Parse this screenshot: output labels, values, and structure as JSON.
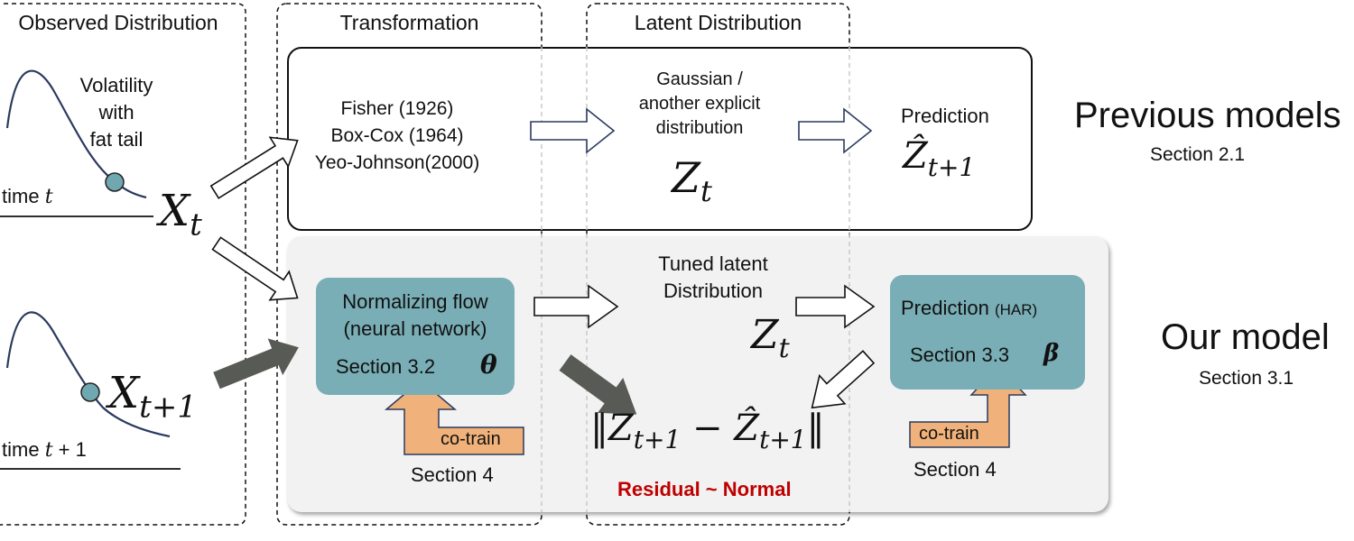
{
  "columns": {
    "observed": "Observed Distribution",
    "transformation": "Transformation",
    "latent": "Latent Distribution"
  },
  "observed": {
    "volatility_lines": [
      "Volatility",
      "with",
      "fat tail"
    ],
    "time_t": "time t",
    "x_t": "X_t",
    "x_t1": "X_{t+1}",
    "time_t1": "time t + 1"
  },
  "previous": {
    "transforms": [
      "Fisher (1926)",
      "Box-Cox (1964)",
      "Yeo-Johnson(2000)"
    ],
    "latent_lines": [
      "Gaussian /",
      "another explicit",
      "distribution"
    ],
    "z_t": "Z_t",
    "prediction_label": "Prediction",
    "z_hat": "Ẑ_{t+1}",
    "title": "Previous models",
    "section": "Section 2.1"
  },
  "ours": {
    "nf_lines": [
      "Normalizing flow",
      "(neural network)"
    ],
    "nf_section": "Section 3.2",
    "theta": "θ",
    "tuned_lines": [
      "Tuned latent",
      "Distribution"
    ],
    "z_t": "Z_t",
    "pred_label": "Prediction",
    "pred_har": "(HAR)",
    "pred_section": "Section 3.3",
    "beta": "β",
    "cotrain": "co-train",
    "section4": "Section 4",
    "residual_expr": "‖Z_{t+1} − Ẑ_{t+1}‖",
    "residual_label": "Residual ~ Normal",
    "title": "Our model",
    "section": "Section 3.1"
  },
  "colors": {
    "teal": "#79aeb6",
    "orange": "#f0b27a",
    "dark_arrow": "#575a55",
    "red": "#c00000",
    "curve": "#2b3a5e",
    "dot": "#6fa8b0"
  }
}
